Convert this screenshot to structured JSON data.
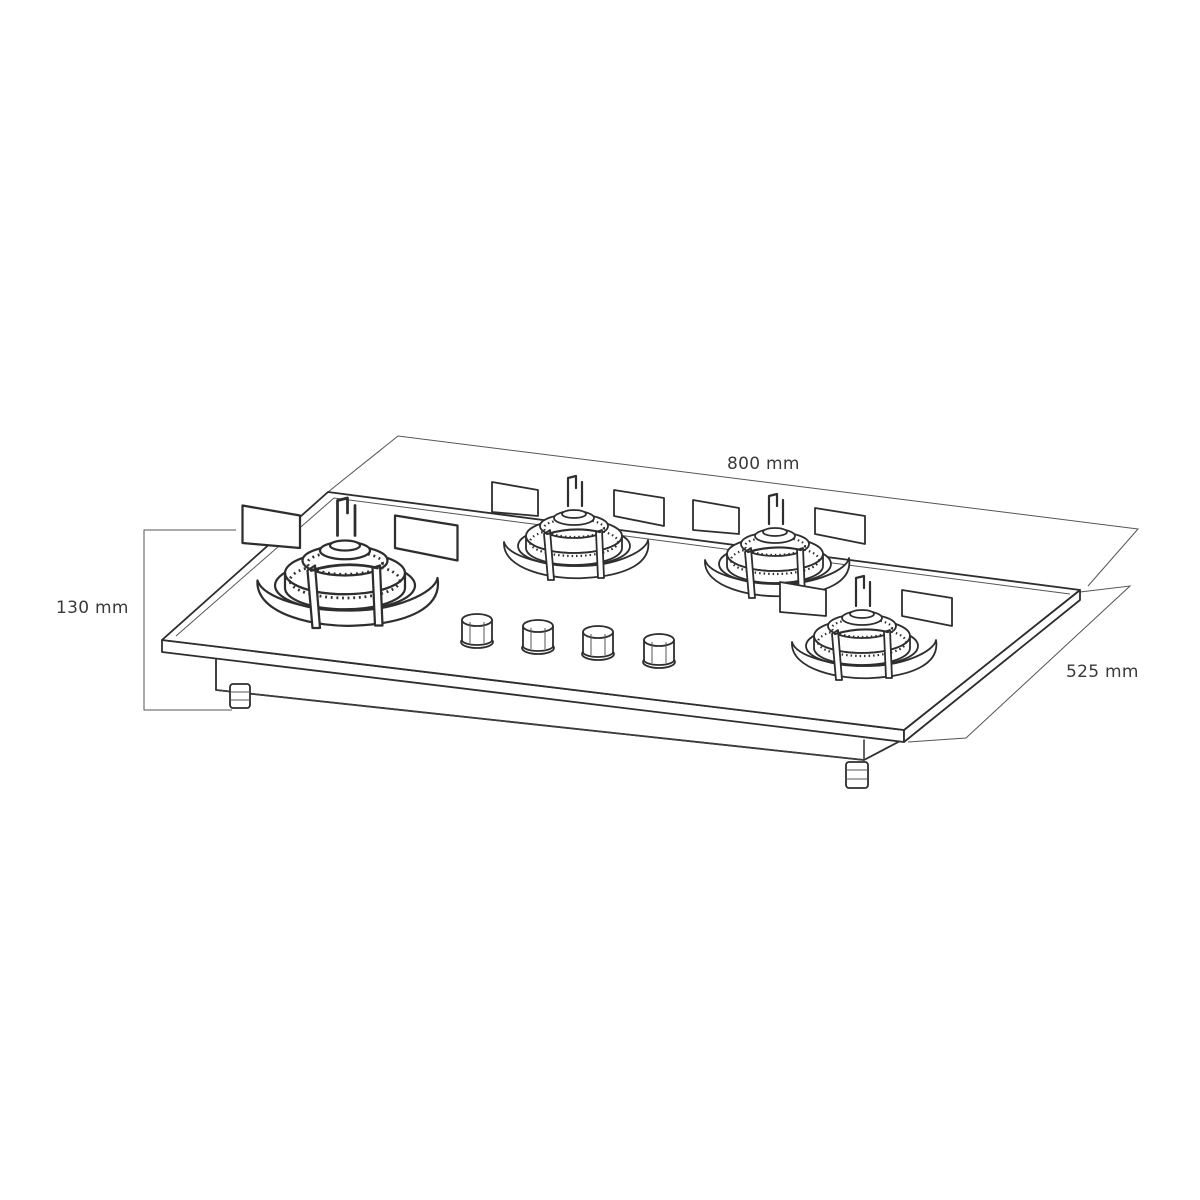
{
  "dimensions": {
    "width": "800 mm",
    "depth": "525 mm",
    "height": "130 mm"
  },
  "hob": {
    "burners": 4,
    "knobs": 4
  }
}
